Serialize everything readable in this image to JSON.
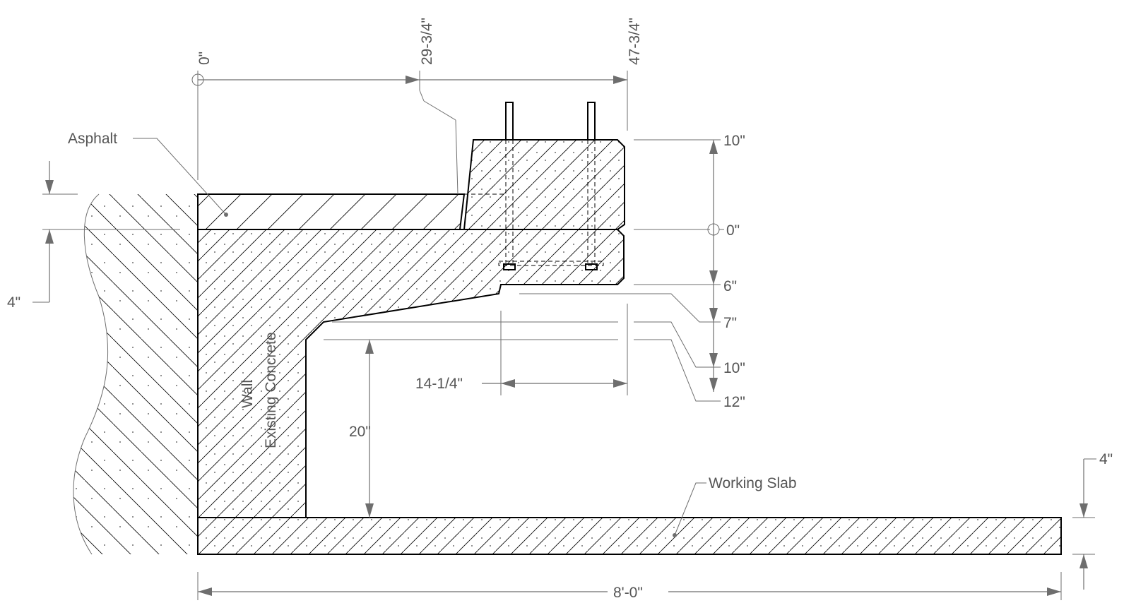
{
  "labels": {
    "asphalt": "Asphalt",
    "wall": "Wall",
    "existing_concrete": "Existing Concrete",
    "working_slab": "Working Slab"
  },
  "dimensions": {
    "h_zero": "0\"",
    "h_29_34": "29-3/4\"",
    "h_47_34": "47-3/4\"",
    "v_10": "10\"",
    "v_0": "0\"",
    "v_6": "6\"",
    "v_7": "7\"",
    "v_10b": "10\"",
    "v_12": "12\"",
    "asphalt_4": "4\"",
    "slab_4": "4\"",
    "wall_gap_20": "20\"",
    "ledge_14_14": "14-1/4\"",
    "overall_8_0": "8'-0\""
  },
  "colors": {
    "object_line": "#000000",
    "dimension_line": "#6e6e6e",
    "text": "#555555",
    "background": "#ffffff"
  }
}
